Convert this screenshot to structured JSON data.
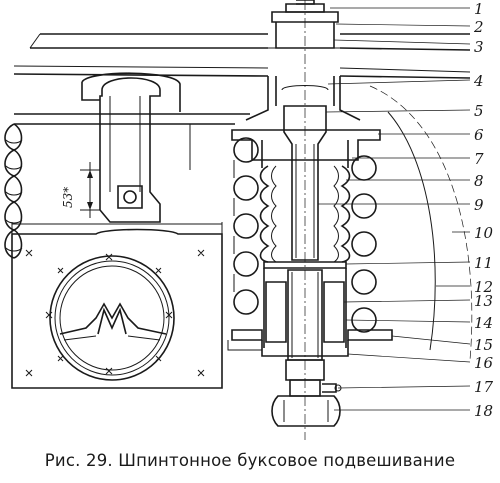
{
  "figure": {
    "caption": "Рис. 29. Шпинтонное буксовое подвешивание",
    "dimension_label": "53*",
    "callouts": [
      "1",
      "2",
      "3",
      "4",
      "5",
      "6",
      "7",
      "8",
      "9",
      "10",
      "11",
      "12",
      "13",
      "14",
      "15",
      "16",
      "17",
      "18"
    ]
  }
}
